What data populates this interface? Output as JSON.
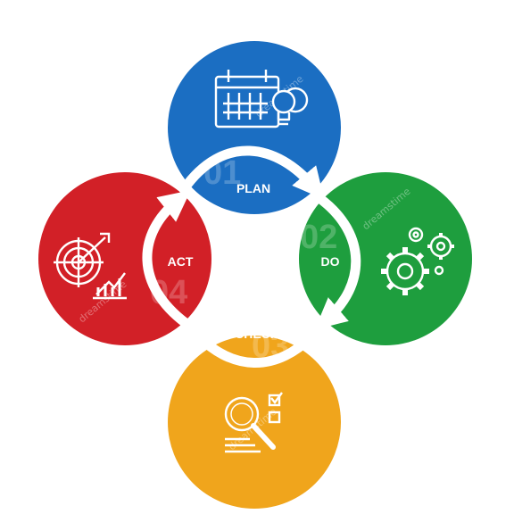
{
  "diagram": {
    "type": "pdca-cycle",
    "stages": [
      {
        "id": "plan",
        "label": "PLAN",
        "number": "01",
        "color": "#1B6EC2",
        "icon": "calendar-lightbulb-icon"
      },
      {
        "id": "do",
        "label": "DO",
        "number": "02",
        "color": "#1E9E3E",
        "icon": "gears-icon"
      },
      {
        "id": "check",
        "label": "CHECK",
        "number": "03",
        "color": "#F0A51C",
        "icon": "magnifier-checklist-icon"
      },
      {
        "id": "act",
        "label": "ACT",
        "number": "04",
        "color": "#D22027",
        "icon": "target-chart-icon"
      }
    ],
    "arrow_color": "#ffffff",
    "watermark": "dreamstime"
  }
}
